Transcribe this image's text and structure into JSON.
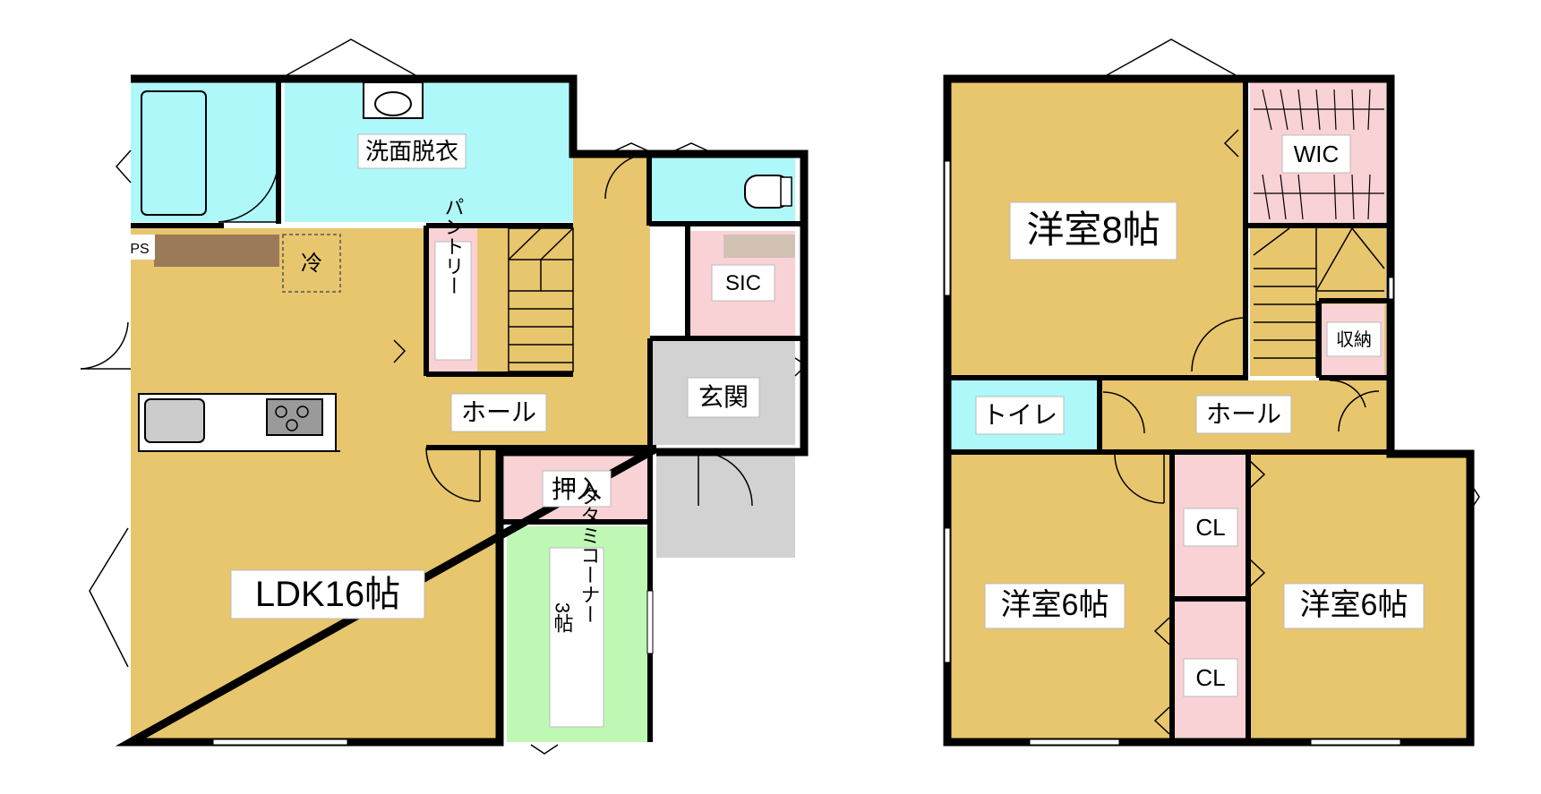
{
  "floor1": {
    "rooms": {
      "wash": "洗面脱衣",
      "ps": "PS",
      "fridge": "冷",
      "pantry": "パントリー",
      "sic": "SIC",
      "entrance": "玄関",
      "hall": "ホール",
      "closet": "押入",
      "ldk": "LDK16帖",
      "tatami": "タタミコーナー",
      "tatami_size": "3帖"
    }
  },
  "floor2": {
    "rooms": {
      "western8": "洋室8帖",
      "wic": "WIC",
      "storage": "収納",
      "toilet": "トイレ",
      "hall": "ホール",
      "cl_upper": "CL",
      "cl_lower": "CL",
      "western6_left": "洋室6帖",
      "western6_right": "洋室6帖"
    }
  },
  "colors": {
    "living": "#E8C66E",
    "water": "#AEF8FA",
    "pink": "#F9D2D6",
    "tatami": "#BFF7B5",
    "entrance": "#D2D2D2",
    "kitchen_counter": "#9A7A59"
  }
}
